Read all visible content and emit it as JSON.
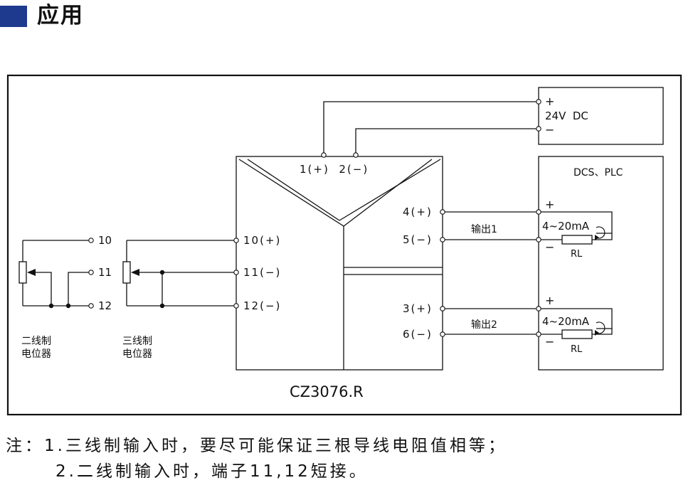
{
  "header": {
    "title": "应用"
  },
  "diagram": {
    "power": {
      "plus": "+",
      "voltage": "24V  DC",
      "minus": "−"
    },
    "input_terms": "1(+)  2(−)",
    "out_terms": {
      "t4": "4(+)",
      "t5": "5(−)",
      "t3": "3(+)",
      "t6": "6(−)"
    },
    "outputs": {
      "out1": "输出1",
      "out2": "输出2"
    },
    "dcs": {
      "title": "DCS、PLC",
      "ch1": {
        "plus": "+",
        "current": "4~20mA",
        "minus": "−",
        "rl": "RL"
      },
      "ch2": {
        "plus": "+",
        "current": "4~20mA",
        "minus": "−",
        "rl": "RL"
      }
    },
    "in_terms": {
      "t10": "10(+)",
      "t11": "11(−)",
      "t12": "12(−)"
    },
    "pot_terms": {
      "t10": "10",
      "t11": "11",
      "t12": "12"
    },
    "labels": {
      "two_wire_1": "二线制",
      "two_wire_2": "电位器",
      "three_wire_1": "三线制",
      "three_wire_2": "电位器"
    },
    "model": "CZ3076.R"
  },
  "notes": {
    "line1": "注：1.三线制输入时，要尽可能保证三根导线电阻值相等；",
    "line2": "2.二线制输入时，端子11,12短接。"
  }
}
